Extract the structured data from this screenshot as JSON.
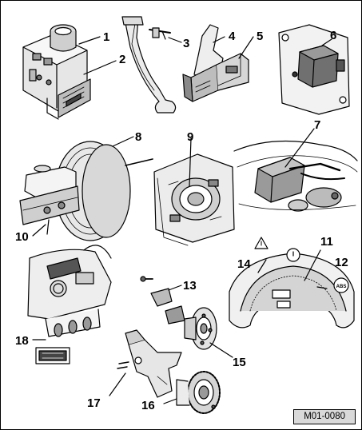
{
  "figure_reference": "M01-0080",
  "callouts": {
    "c1": "1",
    "c2": "2",
    "c3": "3",
    "c4": "4",
    "c5": "5",
    "c6": "6",
    "c7": "7",
    "c8": "8",
    "c9": "9",
    "c10": "10",
    "c11": "11",
    "c12": "12",
    "c13": "13",
    "c14": "14",
    "c15": "15",
    "c16": "16",
    "c17": "17",
    "c18": "18"
  },
  "colors": {
    "line": "#000000",
    "fill_light": "#eeeeee",
    "fill_mid": "#bdbdbd",
    "fill_dark": "#6e6e6e",
    "reference_box": "#d9d9d9"
  }
}
